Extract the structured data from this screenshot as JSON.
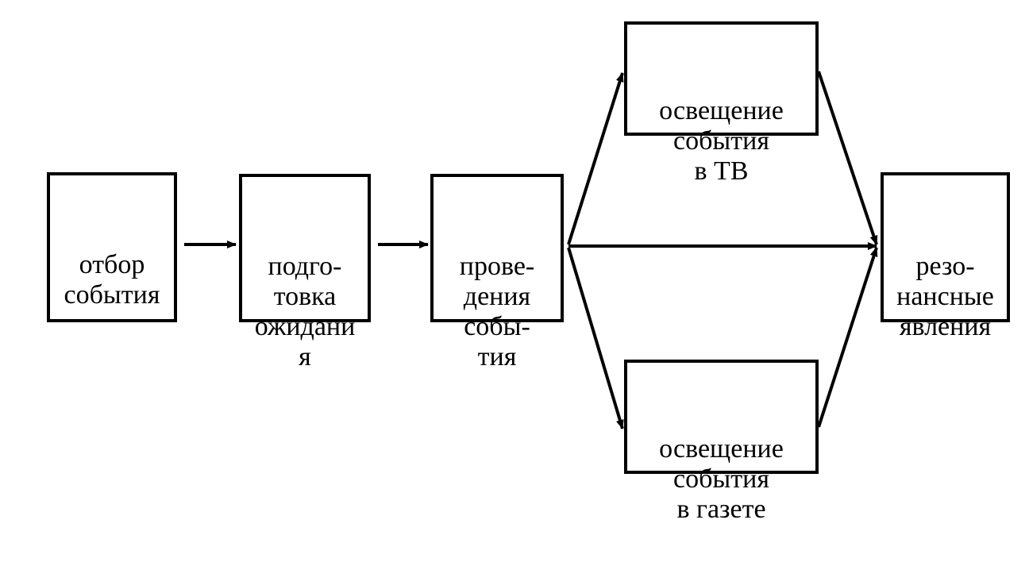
{
  "nodes": {
    "select": {
      "label": "отбор\nсобытия"
    },
    "prepare": {
      "label": "подго-\nтовка\nожидани\nя"
    },
    "hold": {
      "label": "прове-\nдения\nсобы-\nтия"
    },
    "tv": {
      "label": "освещение\nсобытия\nв ТВ"
    },
    "newspaper": {
      "label": "освещение\nсобытия\nв газете"
    },
    "resonance": {
      "label": "резо-\nнансные\nявления"
    }
  },
  "colors": {
    "stroke": "#000000",
    "background": "#ffffff"
  }
}
